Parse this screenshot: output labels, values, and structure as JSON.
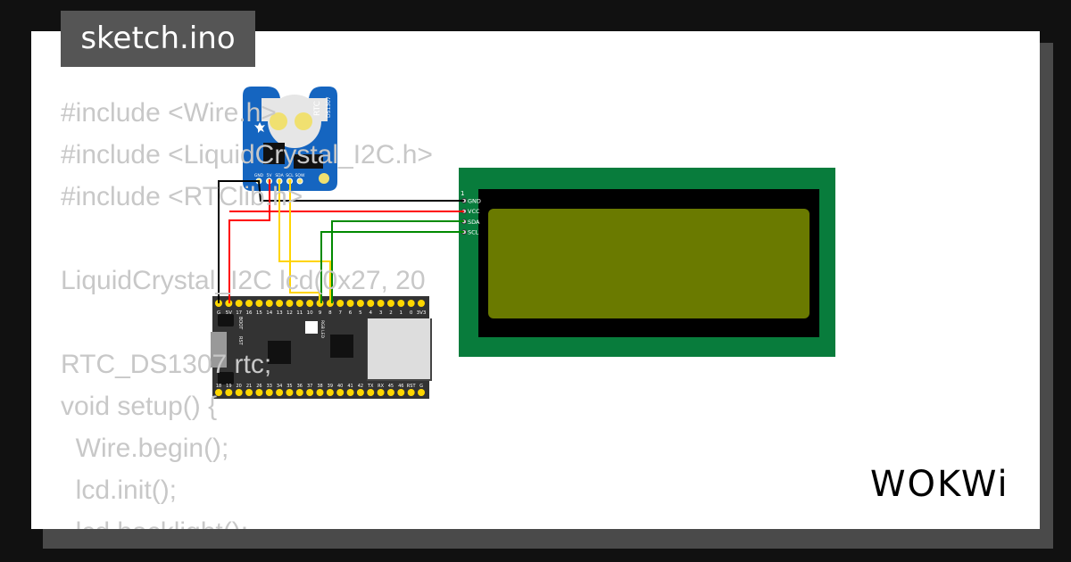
{
  "title": "sketch.ino",
  "code_lines": [
    "#include <Wire.h>",
    "#include <LiquidCrystal_I2C.h>",
    "#include <RTClib.h>",
    "",
    "LiquidCrystal_I2C lcd(0x27, 20",
    "",
    "RTC_DS1307 rtc;",
    "void setup() {",
    "  Wire.begin();",
    "  lcd.init();",
    "  lcd.backlight();"
  ],
  "rtc": {
    "label": "RTC",
    "chip": "DS1307",
    "pins": [
      "GND",
      "5V",
      "SDA",
      "SCL",
      "SQW"
    ]
  },
  "lcd": {
    "pin1": "1",
    "pins": [
      "GND",
      "VCC",
      "SDA",
      "SCL"
    ]
  },
  "board": {
    "top_pins": [
      "G",
      "5V",
      "17",
      "16",
      "15",
      "14",
      "13",
      "12",
      "11",
      "10",
      "9",
      "8",
      "7",
      "6",
      "5",
      "4",
      "3",
      "2",
      "1",
      "0",
      "3V3"
    ],
    "bottom_pins": [
      "18",
      "19",
      "20",
      "21",
      "26",
      "33",
      "34",
      "35",
      "36",
      "37",
      "38",
      "39",
      "40",
      "41",
      "42",
      "TX",
      "RX",
      "45",
      "46",
      "RST",
      "G"
    ],
    "boot": "BOOT",
    "rst": "RST",
    "led_label": "RGB LED"
  },
  "brand": "WOKWi",
  "colors": {
    "wire_gnd": "#000000",
    "wire_vcc": "#ff0000",
    "wire_sda_rtc": "#ffd400",
    "wire_i2c_lcd": "#008a00",
    "lcd_pcb": "#087c3c",
    "lcd_screen": "#6a7a00",
    "rtc_pcb": "#1565c0",
    "board": "#333333",
    "pin": "#ffd700"
  }
}
